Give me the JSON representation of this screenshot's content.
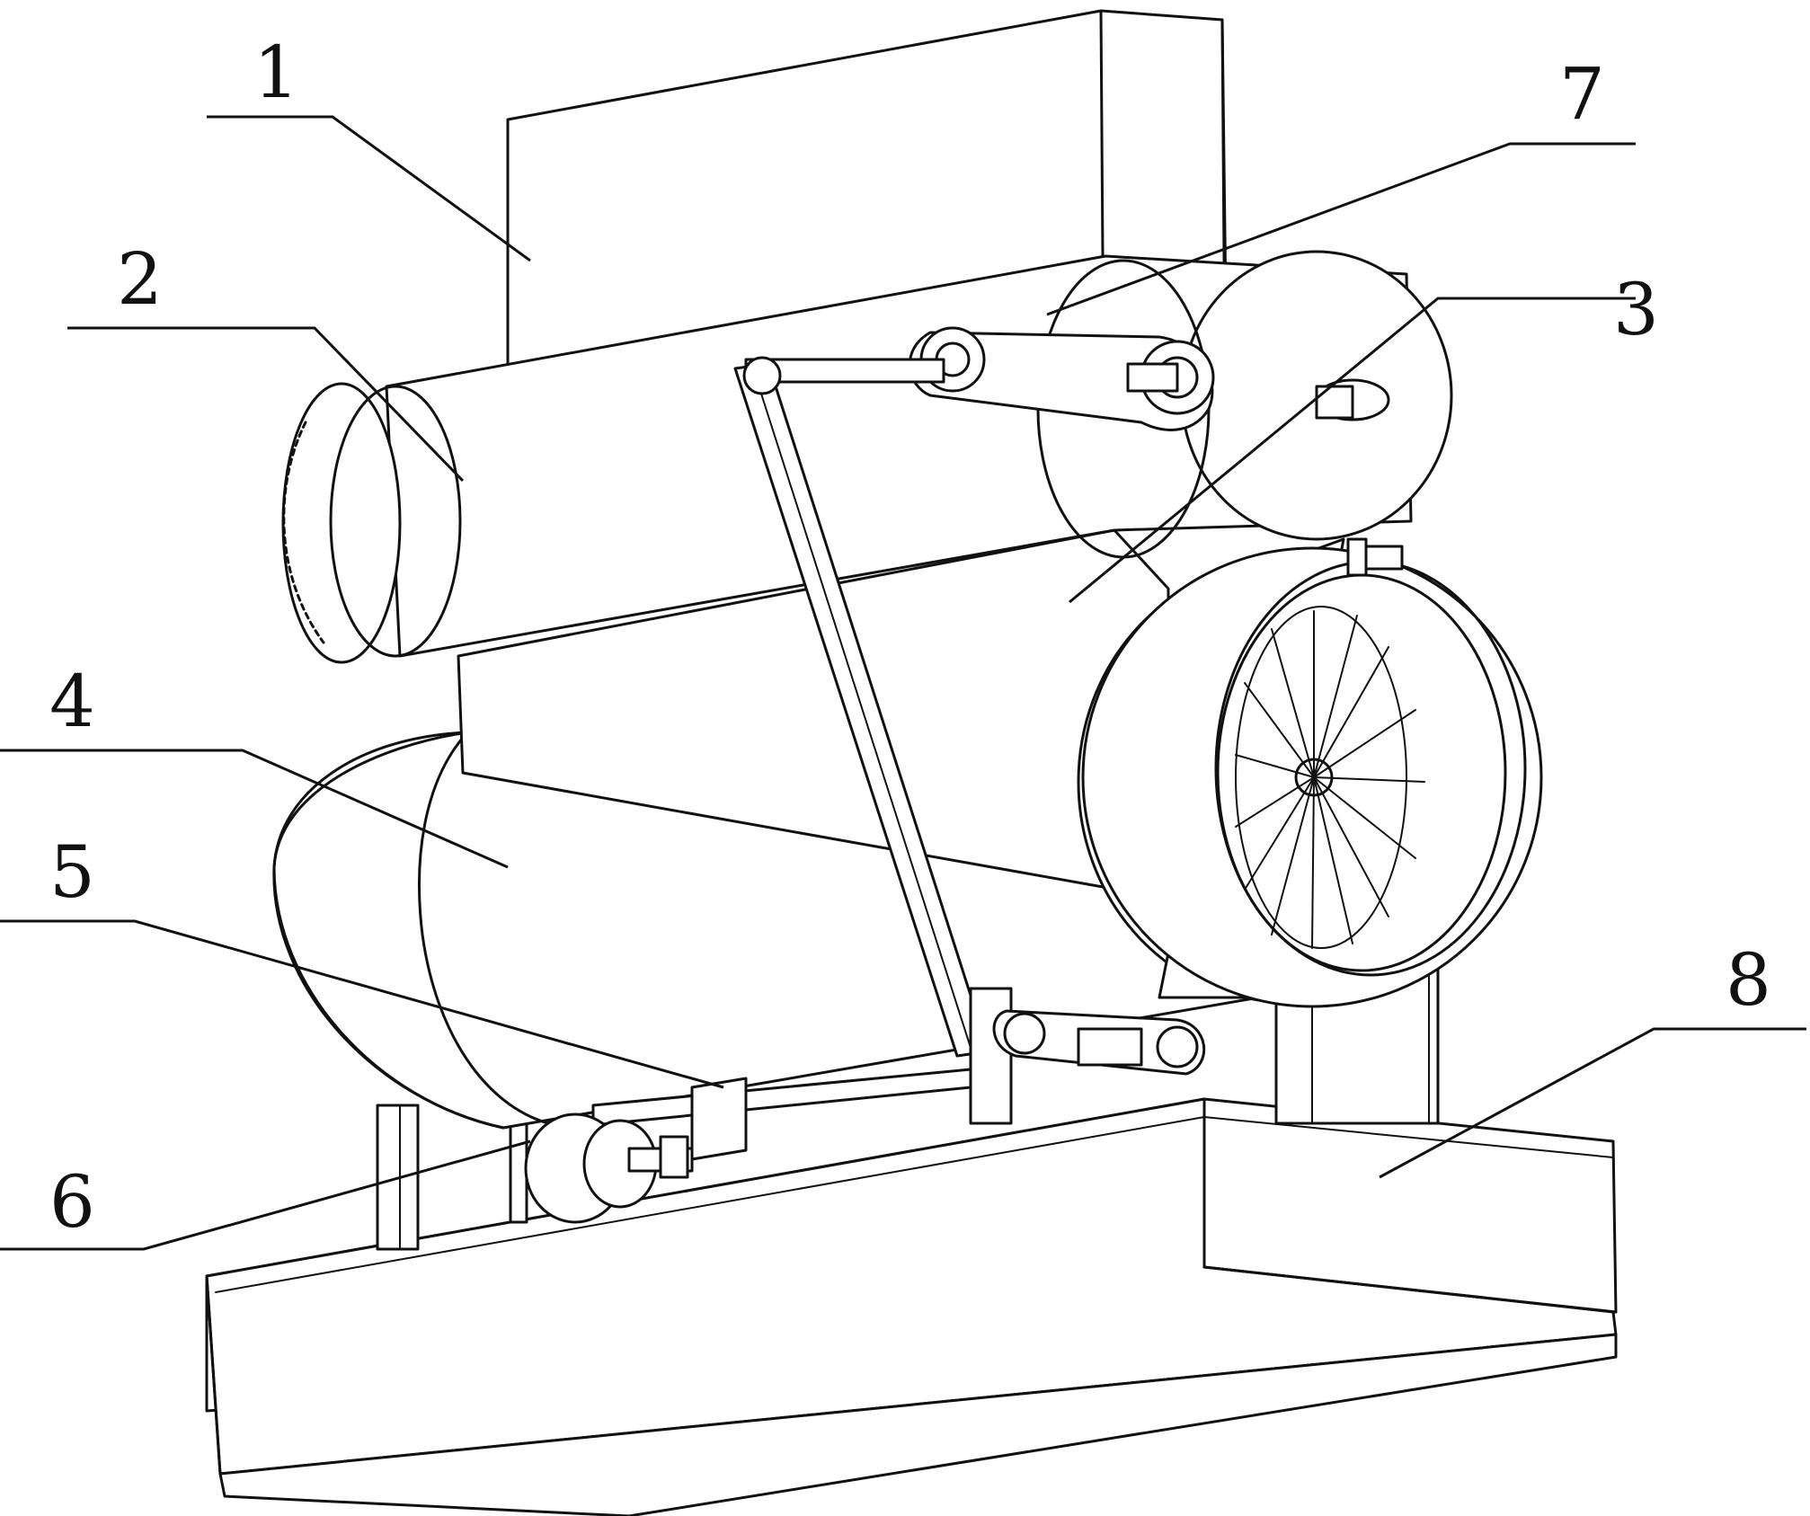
{
  "callouts": [
    {
      "id": "1",
      "text": "1"
    },
    {
      "id": "2",
      "text": "2"
    },
    {
      "id": "3",
      "text": "3"
    },
    {
      "id": "4",
      "text": "4"
    },
    {
      "id": "5",
      "text": "5"
    },
    {
      "id": "6",
      "text": "6"
    },
    {
      "id": "7",
      "text": "7"
    },
    {
      "id": "8",
      "text": "8"
    }
  ],
  "colors": {
    "line": "#111111",
    "background": "#ffffff"
  }
}
